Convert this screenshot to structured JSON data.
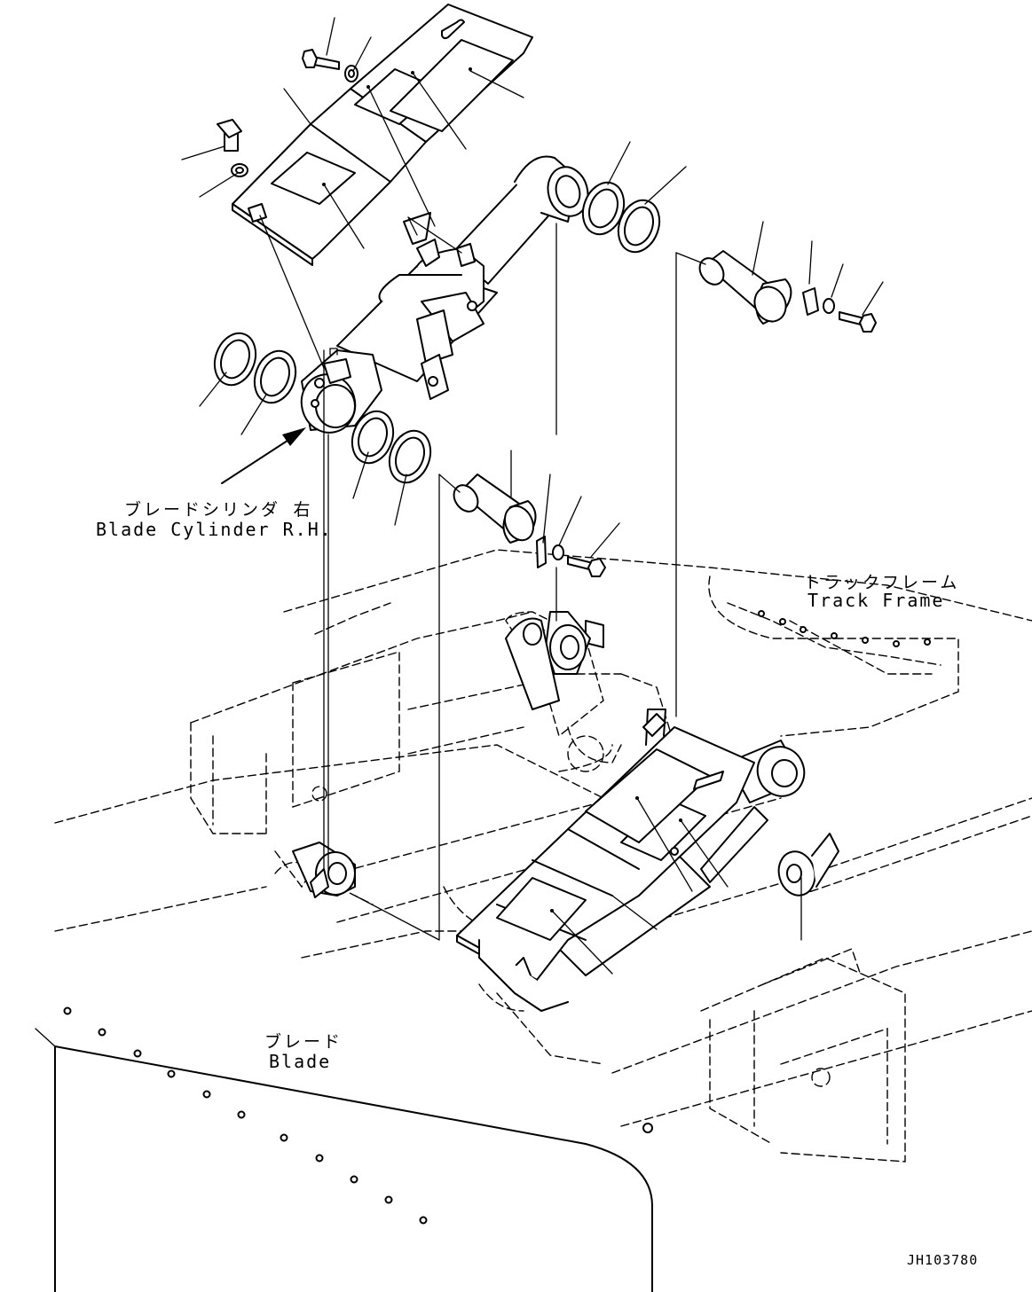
{
  "labels": {
    "blade_cylinder_jp": "ブレードシリンダ 右",
    "blade_cylinder_en": "Blade Cylinder R.H.",
    "track_frame_jp": "トラックフレーム",
    "track_frame_en": "Track Frame",
    "blade_jp": "ブレード",
    "blade_en": "Blade",
    "drawing_id": "JH103780"
  },
  "colors": {
    "line": "#000000",
    "background": "#ffffff"
  }
}
